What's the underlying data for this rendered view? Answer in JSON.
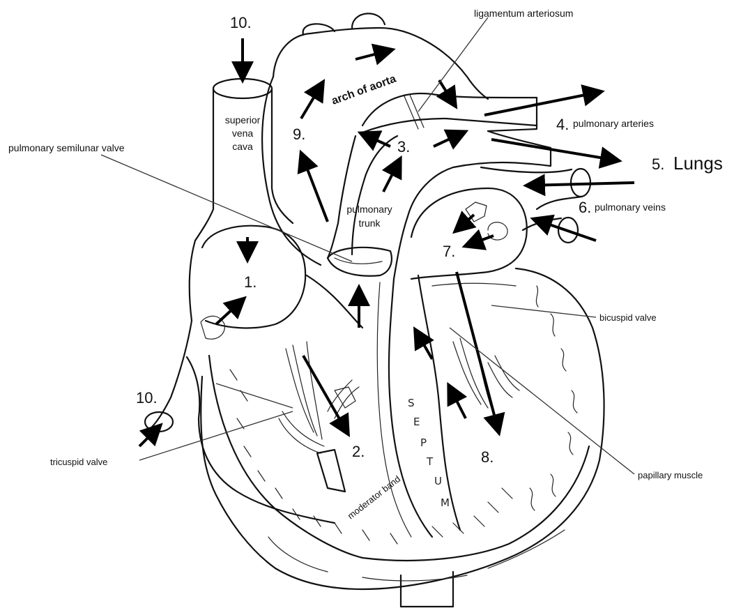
{
  "labels": {
    "superior_vena_cava_line1": "superior",
    "superior_vena_cava_line2": "vena",
    "superior_vena_cava_line3": "cava",
    "arch_of_aorta": "arch of aorta",
    "ligamentum_arteriosum": "ligamentum arteriosum",
    "pulmonary_arteries": "pulmonary arteries",
    "pulmonary_semilunar_valve": "pulmonary semilunar valve",
    "lungs": "Lungs",
    "pulmonary_veins": "pulmonary veins",
    "pulmonary_trunk_line1": "pulmonary",
    "pulmonary_trunk_line2": "trunk",
    "bicuspid_valve": "bicuspid valve",
    "tricuspid_valve": "tricuspid valve",
    "moderator_band": "moderator band",
    "papillary_muscle": "papillary muscle"
  },
  "steps": {
    "s1": "1.",
    "s2": "2.",
    "s3": "3.",
    "s4": "4.",
    "s5": "5.",
    "s6": "6.",
    "s7": "7.",
    "s8": "8.",
    "s9": "9.",
    "s10_top": "10.",
    "s10_bottom": "10."
  },
  "septum_letters": [
    "S",
    "E",
    "P",
    "T",
    "U",
    "M"
  ],
  "colors": {
    "ink": "#111111",
    "paper": "#ffffff"
  }
}
